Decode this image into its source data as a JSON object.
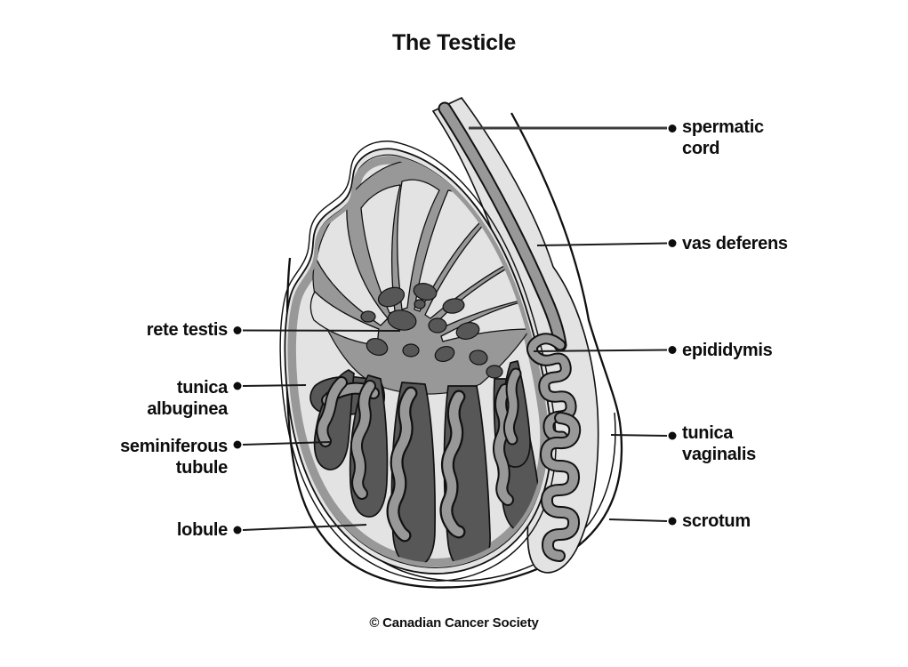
{
  "title": "The Testicle",
  "credit": "© Canadian Cancer Society",
  "labels": {
    "left": [
      {
        "id": "rete-testis",
        "text": "rete testis"
      },
      {
        "id": "tunica-albuginea",
        "text": "tunica\nalbuginea"
      },
      {
        "id": "seminiferous-tubule",
        "text": "seminiferous\ntubule"
      },
      {
        "id": "lobule",
        "text": "lobule"
      }
    ],
    "right": [
      {
        "id": "spermatic-cord",
        "text": "spermatic\ncord"
      },
      {
        "id": "vas-deferens",
        "text": "vas deferens"
      },
      {
        "id": "epididymis",
        "text": "epididymis"
      },
      {
        "id": "tunica-vaginalis",
        "text": "tunica\nvaginalis"
      },
      {
        "id": "scrotum",
        "text": "scrotum"
      }
    ]
  },
  "colors": {
    "background": "#ffffff",
    "outline": "#111111",
    "light_gray": "#e3e3e3",
    "medium_gray": "#989898",
    "dark_gray": "#575757",
    "leader_line": "#1a1a1a"
  }
}
